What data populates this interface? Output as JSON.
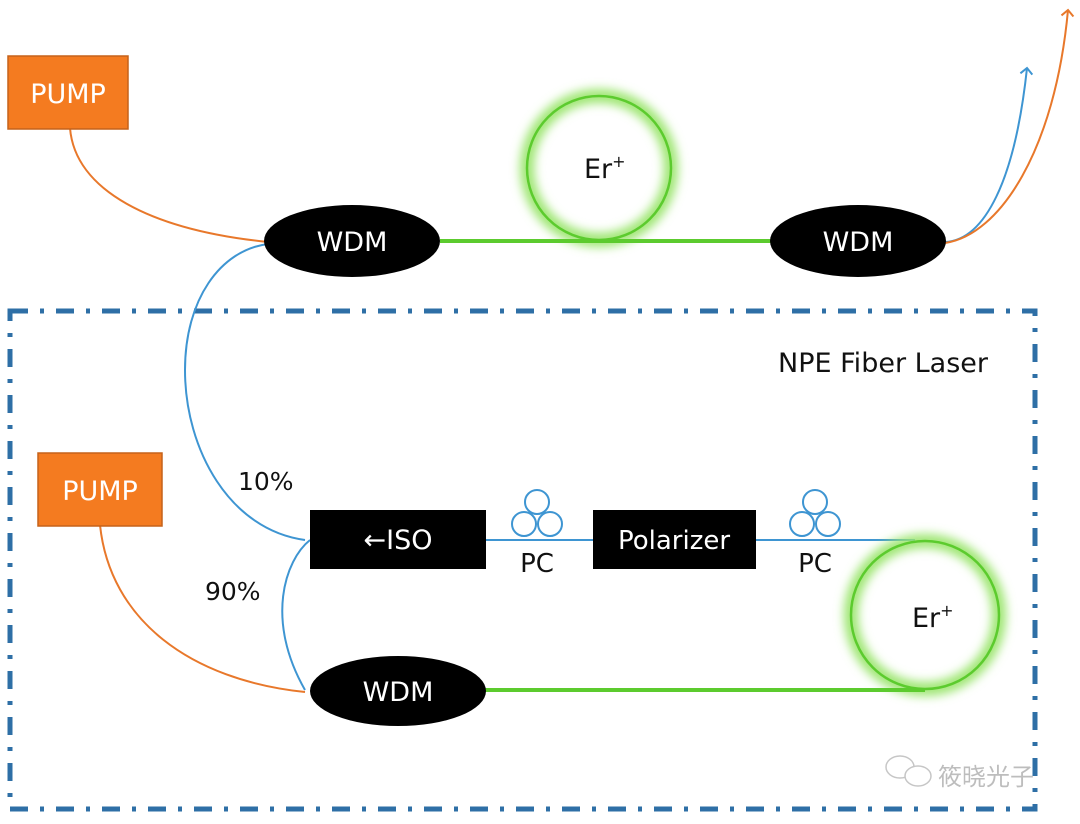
{
  "diagram": {
    "title": "NPE Fiber Laser",
    "colors": {
      "pump": "#F47B20",
      "pump_border": "#C5621A",
      "pump_fiber": "#E8782B",
      "signal_fiber": "#3E95D2",
      "gain_fiber": "#5CCB2E",
      "gain_glow": "#9BE56E",
      "component": "#000000",
      "frame": "#2E6FA6",
      "text_light": "#FFFFFF",
      "text_dark": "#111111"
    },
    "amplifier_stage": {
      "pump_label": "PUMP",
      "wdm_in_label": "WDM",
      "gain_label": "Er",
      "gain_superscript": "+",
      "wdm_out_label": "WDM"
    },
    "oscillator": {
      "pump_label": "PUMP",
      "coupler_out_label": "10%",
      "coupler_loop_label": "90%",
      "isolator_label": "←ISO",
      "pc1_label": "PC",
      "polarizer_label": "Polarizer",
      "pc2_label": "PC",
      "gain_label": "Er",
      "gain_superscript": "+",
      "wdm_label": "WDM"
    },
    "watermark": "筱晓光子"
  }
}
